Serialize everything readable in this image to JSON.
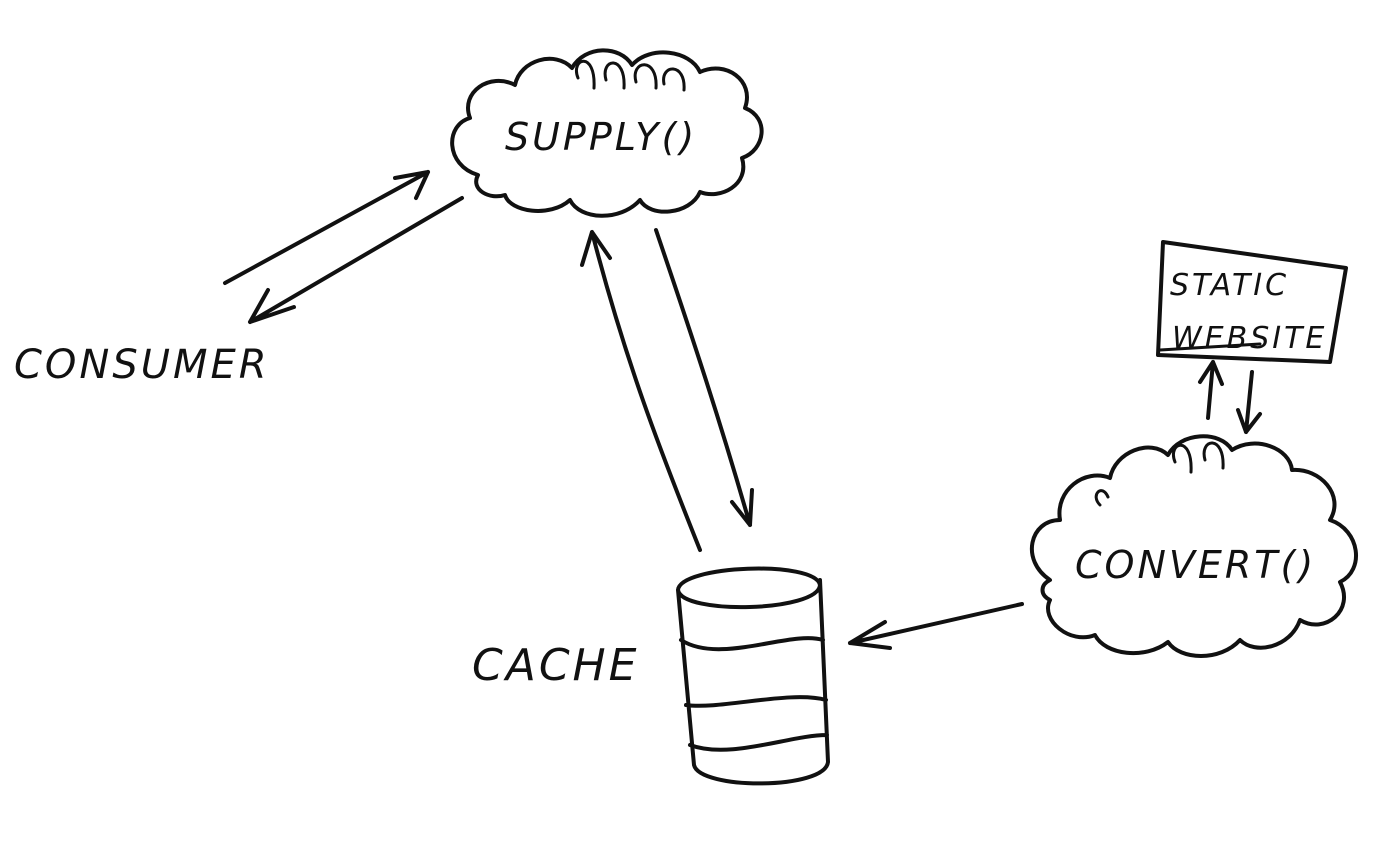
{
  "nodes": {
    "supply": {
      "label": "SUPPLY()",
      "shape": "cloud"
    },
    "consumer": {
      "label": "CONSUMER",
      "shape": "text"
    },
    "cache": {
      "label": "CACHE",
      "shape": "database"
    },
    "convert": {
      "label": "CONVERT()",
      "shape": "cloud"
    },
    "static_website": {
      "label_line1": "STATIC",
      "label_line2": "WEBSITE",
      "shape": "box"
    }
  },
  "edges": [
    {
      "from": "consumer",
      "to": "supply"
    },
    {
      "from": "supply",
      "to": "consumer"
    },
    {
      "from": "cache",
      "to": "supply"
    },
    {
      "from": "supply",
      "to": "cache"
    },
    {
      "from": "convert",
      "to": "static_website"
    },
    {
      "from": "static_website",
      "to": "convert"
    },
    {
      "from": "convert",
      "to": "cache"
    }
  ],
  "colors": {
    "ink": "#111111",
    "background": "#ffffff"
  }
}
